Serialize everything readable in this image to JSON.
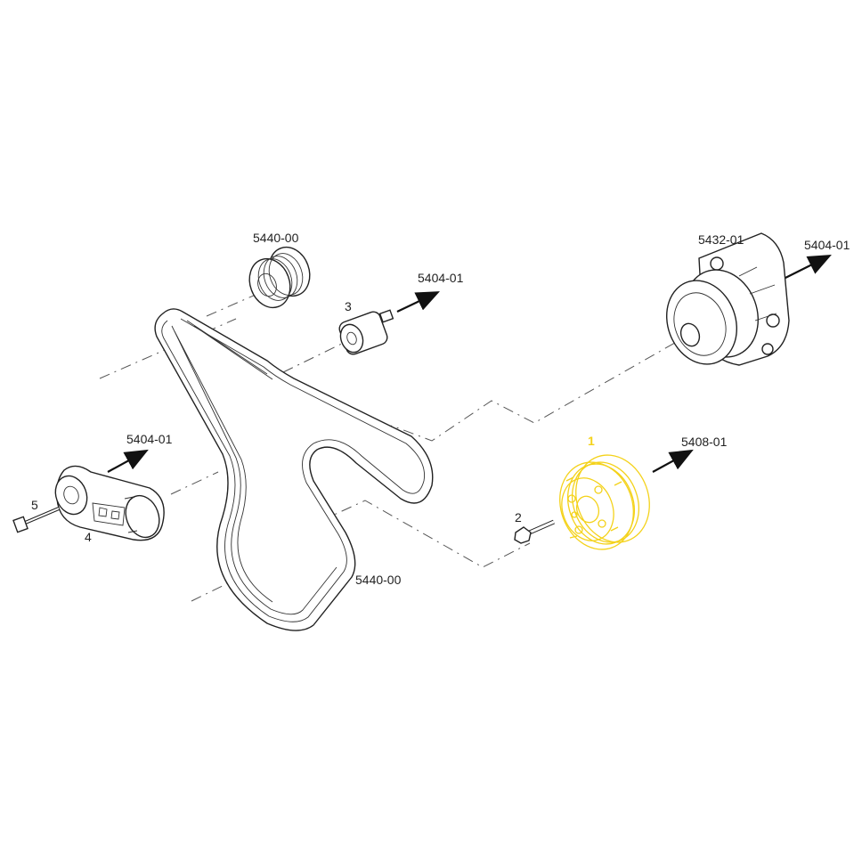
{
  "diagram": {
    "colors": {
      "line": "#222222",
      "highlight": "#f4d21a",
      "background": "#ffffff"
    },
    "labels": {
      "idler_pulley_ref": "5440-00",
      "bracket_3_ref": "5404-01",
      "tensioner_ref": "5404-01",
      "water_pump_ref": "5432-01",
      "water_pump_arrow_ref": "5404-01",
      "belt_ref": "5440-00",
      "crank_pulley_ref": "5408-01",
      "item_1": "1",
      "item_2": "2",
      "item_3": "3",
      "item_4": "4",
      "item_5": "5"
    }
  }
}
